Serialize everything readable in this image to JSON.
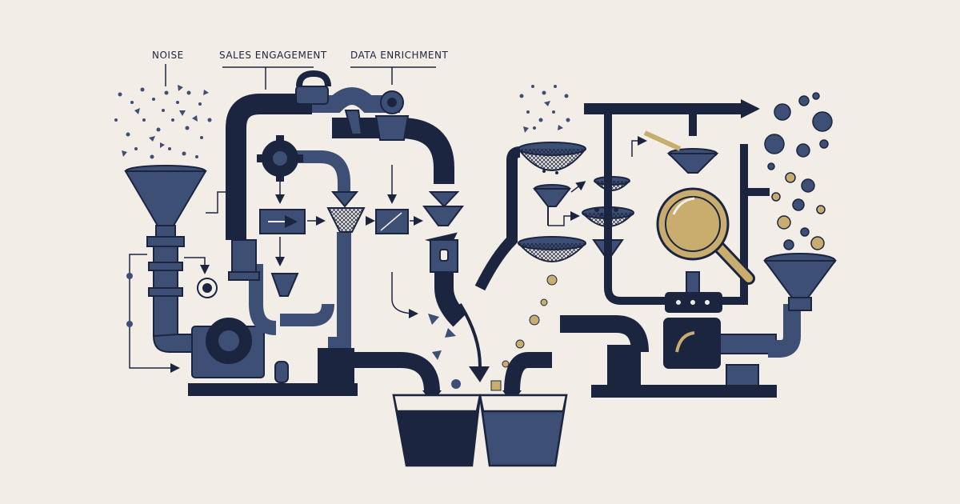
{
  "labels": {
    "noise": "NOISE",
    "sales_engagement": "SALES ENGAGEMENT",
    "data_enrichment": "DATA ENRICHMENT"
  },
  "colors": {
    "navy": "#1c2540",
    "slate": "#3d4f75",
    "gold": "#c9ad6e",
    "background": "#f2eee7"
  }
}
